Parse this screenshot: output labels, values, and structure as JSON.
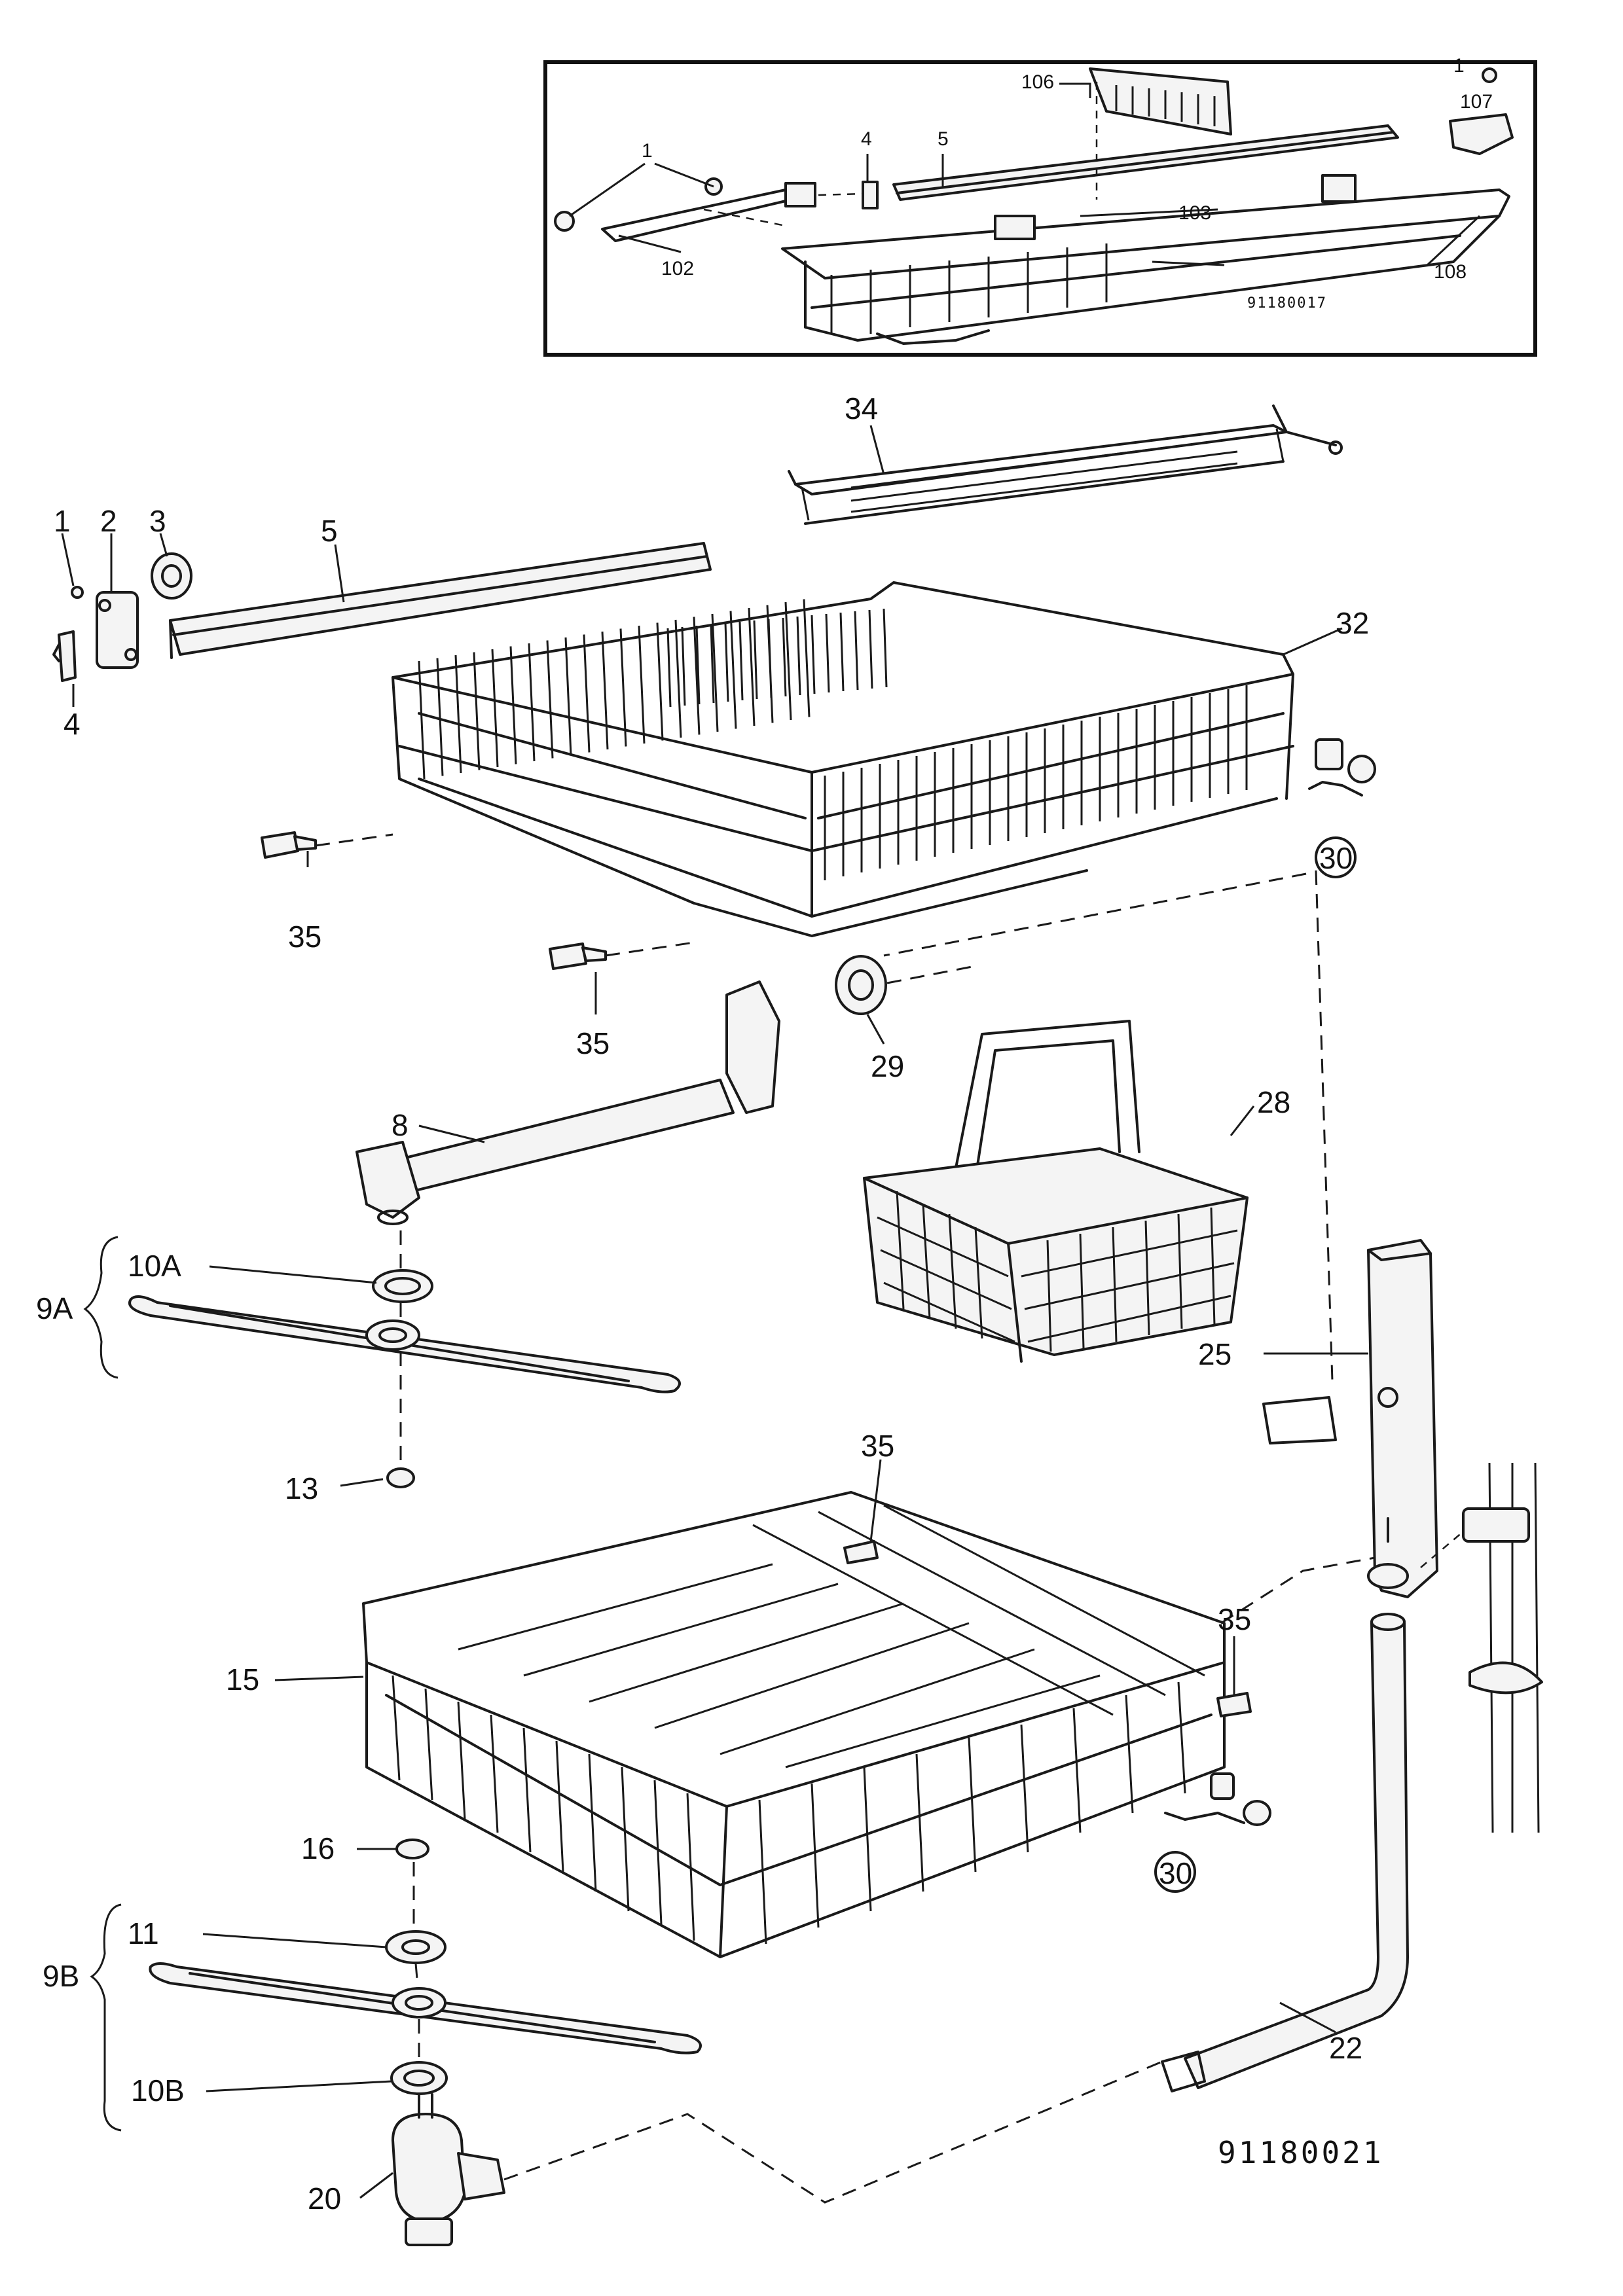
{
  "drawing_number": "91180021",
  "inset": {
    "drawing_number": "91180017",
    "labels": [
      "1",
      "1",
      "4",
      "5",
      "106",
      "107",
      "102",
      "103",
      "108"
    ]
  },
  "labels": {
    "l1": "1",
    "l2": "2",
    "l3": "3",
    "l4": "4",
    "l5": "5",
    "l34": "34",
    "l32": "32",
    "l30a": "30",
    "l35a": "35",
    "l35b": "35",
    "l29": "29",
    "l8": "8",
    "l28": "28",
    "l10A": "10A",
    "l9A": "9A",
    "l25": "25",
    "l13": "13",
    "l35c": "35",
    "l35d": "35",
    "l15": "15",
    "l30b": "30",
    "l16": "16",
    "l11": "11",
    "l9B": "9B",
    "l10B": "10B",
    "l22": "22",
    "l20": "20"
  }
}
